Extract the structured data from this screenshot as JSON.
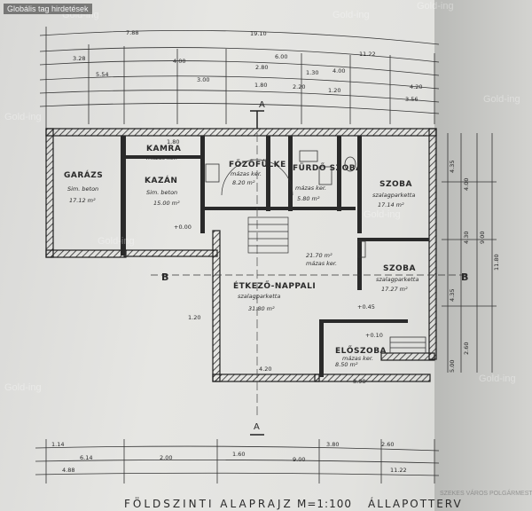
{
  "corner_label": "Globális tag hirdetések",
  "watermark": "Gold-ing",
  "title": "FÖLDSZINTI ALAPRAJZ",
  "scale": "M=1:100",
  "status": "ÁLLAPOTTERV",
  "stamp_text": "SZEKES VÁROS POLGÁRMESTER",
  "section_marks": {
    "a_top": "A",
    "a_bottom": "A",
    "b_left": "B",
    "b_right": "B"
  },
  "rooms": [
    {
      "key": "garazs",
      "name": "GARÁZS",
      "floor": "Sim. beton",
      "area": "17.12 m²"
    },
    {
      "key": "kamra",
      "name": "KAMRA",
      "floor": "mázas ker.",
      "area": ""
    },
    {
      "key": "kazan",
      "name": "KAZÁN",
      "floor": "Sim. beton",
      "area": "15.00 m²"
    },
    {
      "key": "fozofulke",
      "name": "FŐZŐFÜLKE",
      "floor": "mázas ker.",
      "area": "8.20 m²"
    },
    {
      "key": "furdo",
      "name": "FÜRDŐ SZOBA",
      "floor": "mázas ker.",
      "area": "5.80 m²"
    },
    {
      "key": "szoba1",
      "name": "SZOBA",
      "floor": "szalagparketta",
      "area": "17.14 m²"
    },
    {
      "key": "szoba2",
      "name": "SZOBA",
      "floor": "szalagparketta",
      "area": "17.27 m²"
    },
    {
      "key": "etkezo",
      "name": "ÉTKEZŐ-NAPPALI",
      "floor": "szalagparketta",
      "area": "31.80 m²"
    },
    {
      "key": "eloszoba",
      "name": "ELŐSZOBA",
      "floor": "mázas ker.",
      "area": "8.50 m²"
    },
    {
      "key": "lepcso",
      "name": "",
      "floor": "mázas ker.",
      "area": "21.70 m²"
    }
  ],
  "dims_top_row1": [
    "7.88",
    "19.10"
  ],
  "dims_top_row2": [
    "3.28",
    "4.00",
    "6.00",
    "11.22"
  ],
  "dims_top_row3": [
    "5.54",
    "3.00",
    "2.80",
    "4.00",
    "4.20"
  ],
  "dims_top_row4": [
    "1.80",
    "2.20",
    "1.30",
    "1.20"
  ],
  "dims_top_row5": [
    "3.56"
  ],
  "dims_bottom_row1": [
    "1.14",
    "3.80",
    "2.60"
  ],
  "dims_bottom_row2": [
    "6.14",
    "2.00",
    "1.60",
    "9.00"
  ],
  "dims_bottom_row3": [
    "4.88",
    "11.22"
  ],
  "dims_right": [
    "4.35",
    "4.00",
    "4.30",
    "9.00",
    "11.80",
    "4.35",
    "2.60",
    "5.00"
  ],
  "misc_labels": [
    "+0.00",
    "+0.45",
    "4.20",
    "3.98",
    "1.20",
    "+0.10",
    "1.80"
  ]
}
